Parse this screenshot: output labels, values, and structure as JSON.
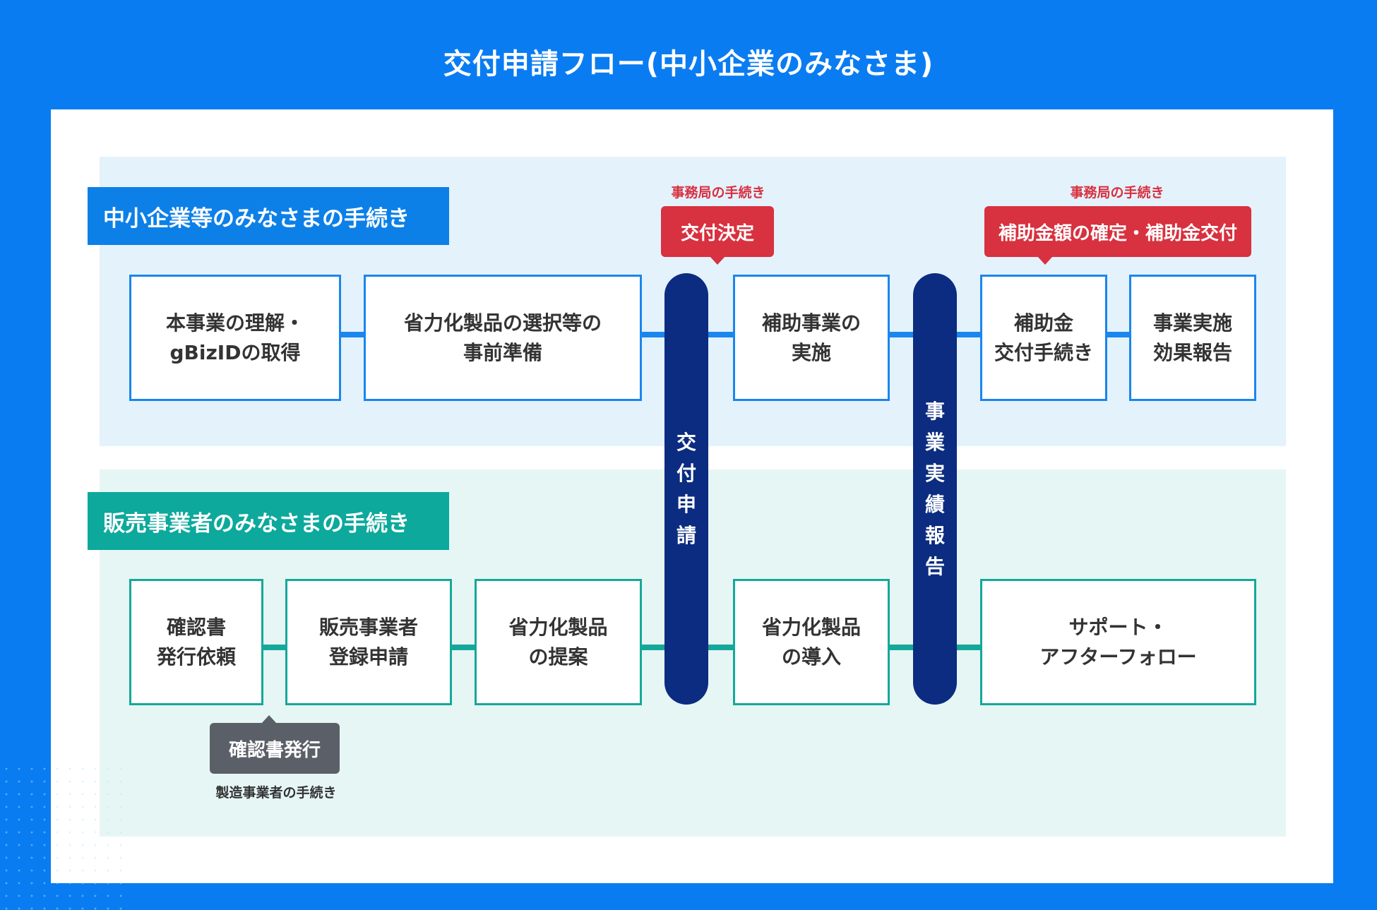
{
  "title": "交付申請フロー(中小企業のみなさま)",
  "sections": {
    "sme": "中小企業等のみなさまの手続き",
    "vendor": "販売事業者のみなさまの手続き"
  },
  "top_steps": [
    "本事業の理解・\ngBizIDの取得",
    "省力化製品の選択等の\n事前準備",
    "補助事業の\n実施",
    "補助金\n交付手続き",
    "事業実施\n効果報告"
  ],
  "bottom_steps": [
    "確認書\n発行依頼",
    "販売事業者\n登録申請",
    "省力化製品\nの提案",
    "省力化製品\nの導入",
    "サポート・\nアフターフォロー"
  ],
  "milestones": {
    "application": [
      "交",
      "付",
      "申",
      "請"
    ],
    "report": [
      "事",
      "業",
      "実",
      "績",
      "報",
      "告"
    ]
  },
  "secretariat": {
    "note": "事務局の手続き",
    "decision": "交付決定",
    "payment": "補助金額の確定・補助金交付"
  },
  "manufacturer": {
    "tag": "確認書発行",
    "note": "製造事業者の手続き"
  },
  "colors": {
    "background": "#0a7cf2",
    "sme_accent": "#0d80e8",
    "vendor_accent": "#0ca99c",
    "milestone": "#0b2c80",
    "secretariat": "#d8313f",
    "manufacturer": "#5b6068"
  }
}
